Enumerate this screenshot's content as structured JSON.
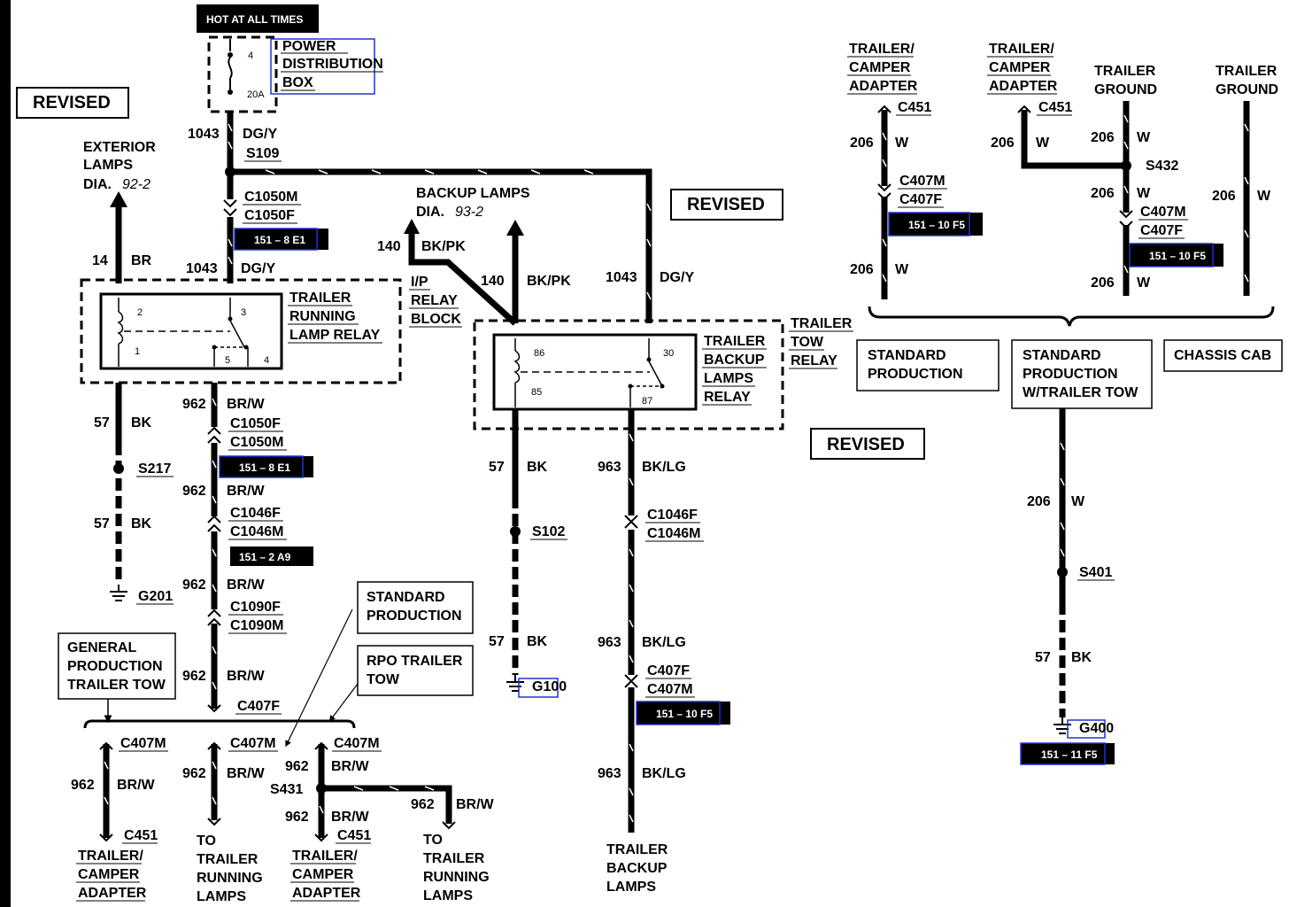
{
  "labels": {
    "hot_at_all_times": "HOT AT ALL TIMES",
    "fuse_4": "4",
    "fuse_20a": "20A",
    "pdb_line1": "POWER",
    "pdb_line2": "DISTRIBUTION",
    "pdb_line3": "BOX",
    "revised_1": "REVISED",
    "revised_2": "REVISED",
    "revised_3": "REVISED",
    "w1043_top": "1043",
    "c_dgy_top": "DG/Y",
    "s109": "S109",
    "ext_lamps_1": "EXTERIOR",
    "ext_lamps_2": "LAMPS",
    "ext_lamps_3": "DIA.",
    "ext_lamps_ref": "92-2",
    "c1050m_top": "C1050M",
    "c1050f_top": "C1050F",
    "ref_151_8e1_a": "151 – 8 E1",
    "w14": "14",
    "c_br": "BR",
    "w1043_mid": "1043",
    "c_dgy_mid": "DG/Y",
    "trl_line1": "TRAILER",
    "trl_line2": "RUNNING",
    "trl_line3": "LAMP RELAY",
    "pin_2": "2",
    "pin_3": "3",
    "pin_1": "1",
    "pin_5": "5",
    "pin_4": "4",
    "ip_1": "I/P",
    "ip_2": "RELAY",
    "ip_3": "BLOCK",
    "backup_dia_1": "BACKUP LAMPS",
    "backup_dia_2": "DIA.",
    "backup_dia_ref": "93-2",
    "w140_a": "140",
    "c_bkpk_a": "BK/PK",
    "w140_b": "140",
    "c_bkpk_b": "BK/PK",
    "w1043_r": "1043",
    "c_dgy_r": "DG/Y",
    "tbl_line1": "TRAILER",
    "tbl_line2": "BACKUP",
    "tbl_line3": "LAMPS",
    "tbl_line4": "RELAY",
    "pin_86": "86",
    "pin_85": "85",
    "pin_30": "30",
    "pin_87": "87",
    "ttr_1": "TRAILER",
    "ttr_2": "TOW",
    "ttr_3": "RELAY",
    "w57_a": "57",
    "c_bk_a": "BK",
    "s217": "S217",
    "w57_b": "57",
    "c_bk_b": "BK",
    "g201": "G201",
    "w962_a": "962",
    "c_brw_a": "BR/W",
    "c1050f_b": "C1050F",
    "c1050m_b": "C1050M",
    "ref_151_8e1_b": "151 – 8 E1",
    "w962_b": "962",
    "c_brw_b": "BR/W",
    "c1046f_a": "C1046F",
    "c1046m_a": "C1046M",
    "ref_151_2a9": "151 – 2 A9",
    "w962_c": "962",
    "c_brw_c": "BR/W",
    "c1090f": "C1090F",
    "c1090m": "C1090M",
    "w962_d": "962",
    "c_brw_d": "BR/W",
    "c407f_a": "C407F",
    "gen_1": "GENERAL",
    "gen_2": "PRODUCTION",
    "gen_3": "TRAILER TOW",
    "std_1": "STANDARD",
    "std_2": "PRODUCTION",
    "rpo_1": "RPO TRAILER",
    "rpo_2": "TOW",
    "c407m_a": "C407M",
    "w962_e": "962",
    "c_brw_e": "BR/W",
    "c451_a": "C451",
    "tca_a1": "TRAILER/",
    "tca_a2": "CAMPER",
    "tca_a3": "ADAPTER",
    "c407m_b": "C407M",
    "w962_f": "962",
    "c_brw_f": "BR/W",
    "to_a1": "TO",
    "to_a2": "TRAILER",
    "to_a3": "RUNNING",
    "to_a4": "LAMPS",
    "c407m_c": "C407M",
    "w962_g": "962",
    "c_brw_g": "BR/W",
    "s431": "S431",
    "w962_h": "962",
    "c_brw_h": "BR/W",
    "c451_b": "C451",
    "tca_b1": "TRAILER/",
    "tca_b2": "CAMPER",
    "tca_b3": "ADAPTER",
    "w962_i": "962",
    "c_brw_i": "BR/W",
    "to_b1": "TO",
    "to_b2": "TRAILER",
    "to_b3": "RUNNING",
    "to_b4": "LAMPS",
    "w57_c": "57",
    "c_bk_c": "BK",
    "s102": "S102",
    "w57_d": "57",
    "c_bk_d": "BK",
    "g100": "G100",
    "w963_a": "963",
    "c_bklg_a": "BK/LG",
    "c1046f_b": "C1046F",
    "c1046m_b": "C1046M",
    "w963_b": "963",
    "c_bklg_b": "BK/LG",
    "c407f_b": "C407F",
    "c407m_d": "C407M",
    "ref_151_10f5_a": "151 – 10 F5",
    "w963_c": "963",
    "c_bklg_c": "BK/LG",
    "tbk_1": "TRAILER",
    "tbk_2": "BACKUP",
    "tbk_3": "LAMPS",
    "rtca_a1": "TRAILER/",
    "rtca_a2": "CAMPER",
    "rtca_a3": "ADAPTER",
    "c451_c": "C451",
    "w206_a": "206",
    "c_w_a": "W",
    "c407m_e": "C407M",
    "c407f_c": "C407F",
    "ref_151_10f5_b": "151 – 10 F5",
    "w206_b": "206",
    "c_w_b": "W",
    "rtca_b1": "TRAILER/",
    "rtca_b2": "CAMPER",
    "rtca_b3": "ADAPTER",
    "c451_d": "C451",
    "w206_c": "206",
    "c_w_c": "W",
    "tg_a1": "TRAILER",
    "tg_a2": "GROUND",
    "w206_d": "206",
    "c_w_d": "W",
    "s432": "S432",
    "w206_e": "206",
    "c_w_e": "W",
    "c407m_f": "C407M",
    "c407f_d": "C407F",
    "ref_151_10f5_c": "151 – 10 F5",
    "w206_f": "206",
    "c_w_f": "W",
    "tg_b1": "TRAILER",
    "tg_b2": "GROUND",
    "w206_g": "206",
    "c_w_g": "W",
    "sp_1": "STANDARD",
    "sp_2": "PRODUCTION",
    "spt_1": "STANDARD",
    "spt_2": "PRODUCTION",
    "spt_3": "W/TRAILER TOW",
    "cc": "CHASSIS CAB",
    "w206_h": "206",
    "c_w_h": "W",
    "s401": "S401",
    "w57_e": "57",
    "c_bk_e": "BK",
    "g400": "G400",
    "ref_151_11f5": "151 – 11 F5"
  }
}
